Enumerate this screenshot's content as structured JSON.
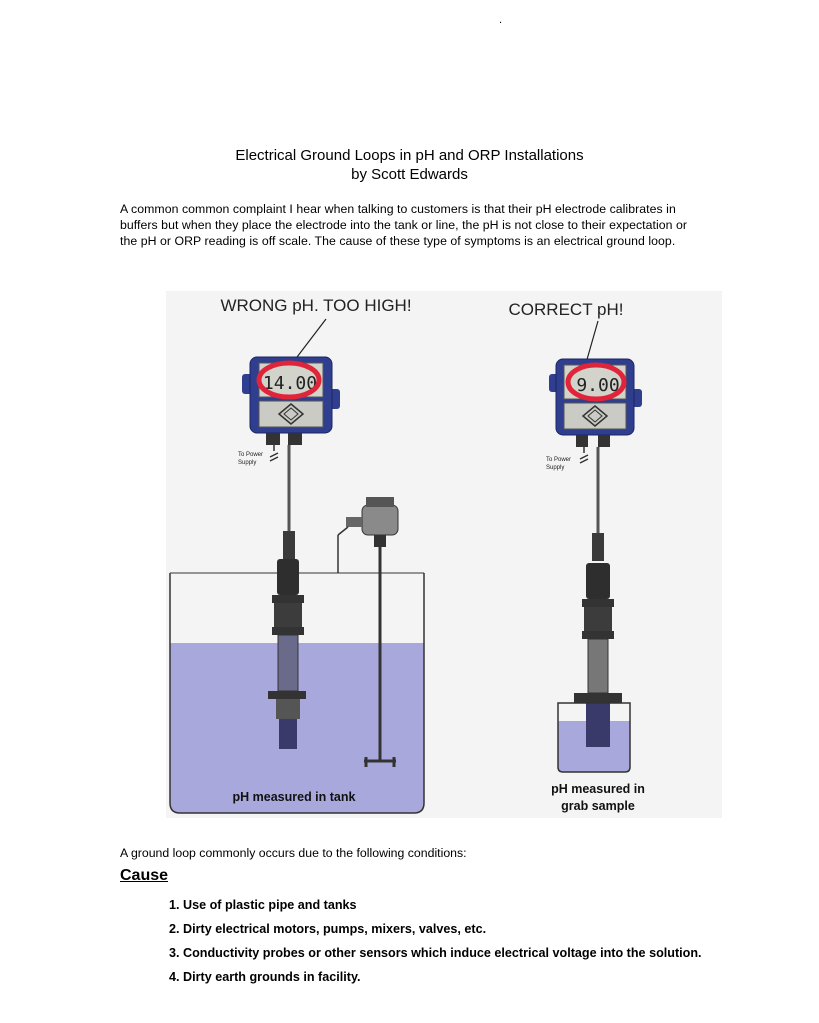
{
  "header_mark": ".",
  "title": {
    "line1": "Electrical Ground Loops in pH and ORP Installations",
    "line2": "by Scott Edwards"
  },
  "intro": "A common common complaint I hear when talking to customers is that their pH electrode calibrates in buffers but when they place the electrode into the tank or line, the pH is not close to their expectation or the pH or ORP reading is off scale.  The cause of these type of symptoms is an electrical ground loop.",
  "figure": {
    "left_heading": "WRONG pH.  TOO HIGH!",
    "right_heading": "CORRECT pH!",
    "left_display": "14.00",
    "right_display": "9.00",
    "power_label_line1": "To Power",
    "power_label_line2": "Supply",
    "left_caption": "pH measured in tank",
    "right_caption_line1": "pH measured in",
    "right_caption_line2": "grab sample",
    "colors": {
      "meter_body": "#2f3e8f",
      "display_bg": "#d2d4cc",
      "highlight_ring": "#e0243a",
      "liquid": "#a8a8dc",
      "background": "#f4f4f4"
    }
  },
  "after_text": "A ground loop commonly occurs due to the following conditions:",
  "cause_heading": "Cause",
  "causes": [
    "1. Use of plastic pipe and tanks",
    "2. Dirty electrical motors, pumps, mixers, valves, etc.",
    "3. Conductivity probes or other sensors which induce electrical voltage into the solution.",
    "4. Dirty earth grounds in facility."
  ]
}
